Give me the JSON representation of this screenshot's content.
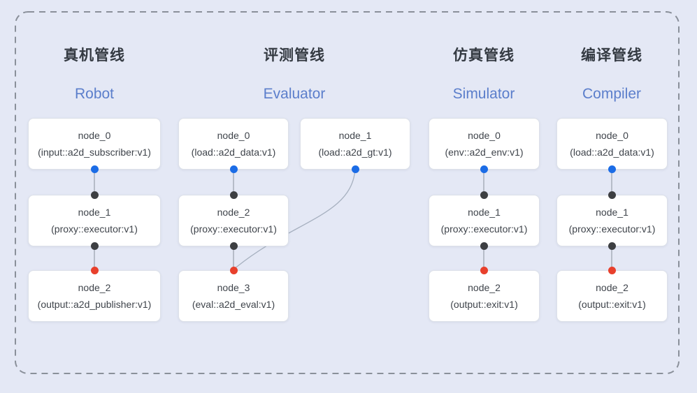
{
  "diagram": {
    "pipelines": [
      {
        "name_zh": "真机管线",
        "name_en": "Robot"
      },
      {
        "name_zh": "评测管线",
        "name_en": "Evaluator"
      },
      {
        "name_zh": "仿真管线",
        "name_en": "Simulator"
      },
      {
        "name_zh": "编译管线",
        "name_en": "Compiler"
      }
    ],
    "nodes": {
      "robot_0": {
        "name": "node_0",
        "type": "(input::a2d_subscriber:v1)"
      },
      "robot_1": {
        "name": "node_1",
        "type": "(proxy::executor:v1)"
      },
      "robot_2": {
        "name": "node_2",
        "type": "(output::a2d_publisher:v1)"
      },
      "eval_0": {
        "name": "node_0",
        "type": "(load::a2d_data:v1)"
      },
      "eval_1": {
        "name": "node_1",
        "type": "(load::a2d_gt:v1)"
      },
      "eval_2": {
        "name": "node_2",
        "type": "(proxy::executor:v1)"
      },
      "eval_3": {
        "name": "node_3",
        "type": "(eval::a2d_eval:v1)"
      },
      "sim_0": {
        "name": "node_0",
        "type": "(env::a2d_env:v1)"
      },
      "sim_1": {
        "name": "node_1",
        "type": "(proxy::executor:v1)"
      },
      "sim_2": {
        "name": "node_2",
        "type": "(output::exit:v1)"
      },
      "comp_0": {
        "name": "node_0",
        "type": "(load::a2d_data:v1)"
      },
      "comp_1": {
        "name": "node_1",
        "type": "(proxy::executor:v1)"
      },
      "comp_2": {
        "name": "node_2",
        "type": "(output::exit:v1)"
      }
    },
    "edges": [
      {
        "from": "robot_0",
        "to": "robot_1"
      },
      {
        "from": "robot_1",
        "to": "robot_2"
      },
      {
        "from": "eval_0",
        "to": "eval_2"
      },
      {
        "from": "eval_2",
        "to": "eval_3"
      },
      {
        "from": "eval_1",
        "to": "eval_3",
        "style": "curved"
      },
      {
        "from": "sim_0",
        "to": "sim_1"
      },
      {
        "from": "sim_1",
        "to": "sim_2"
      },
      {
        "from": "comp_0",
        "to": "comp_1"
      },
      {
        "from": "comp_1",
        "to": "comp_2"
      }
    ],
    "colors": {
      "background": "#e4e8f5",
      "dashed_border": "#8a909a",
      "node_background": "#ffffff",
      "node_border": "#dde1e9",
      "node_text": "#3f444b",
      "title_text": "#343a42",
      "subtitle_text": "#5b7ecb",
      "output_port": "#1b6ce6",
      "executor_port": "#3d3f42",
      "final_port": "#e8402c",
      "edge_line": "#98a0aa"
    }
  }
}
